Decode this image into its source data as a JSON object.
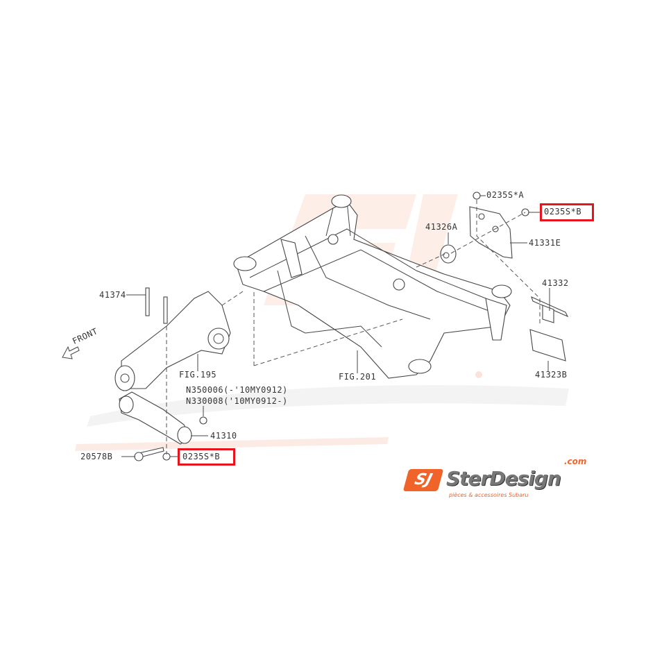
{
  "watermark": {
    "brand": "SterDesign",
    "tagline": "pièces & accessoires Subaru",
    "domain": ".com",
    "color": "#fbe3dc"
  },
  "labels": {
    "part_0235S_A": "0235S*A",
    "part_0235S_B_top": "0235S*B",
    "part_41326A": "41326A",
    "part_41331E": "41331E",
    "part_41332": "41332",
    "part_41323B": "41323B",
    "part_41374": "41374",
    "front": "FRONT",
    "fig_195": "FIG.195",
    "fig_201": "FIG.201",
    "part_N350006": "N350006(-'10MY0912)",
    "part_N330008": "N330008('10MY0912-)",
    "part_41310": "41310",
    "part_20578B": "20578B",
    "part_0235S_B_bottom": "0235S*B"
  },
  "highlight_color": "#e8141c",
  "logo": {
    "mark": "SJ",
    "brand": "SterDesign",
    "domain": ".com",
    "tagline": "pièces & accessoires Subaru",
    "accent": "#f0642a"
  }
}
